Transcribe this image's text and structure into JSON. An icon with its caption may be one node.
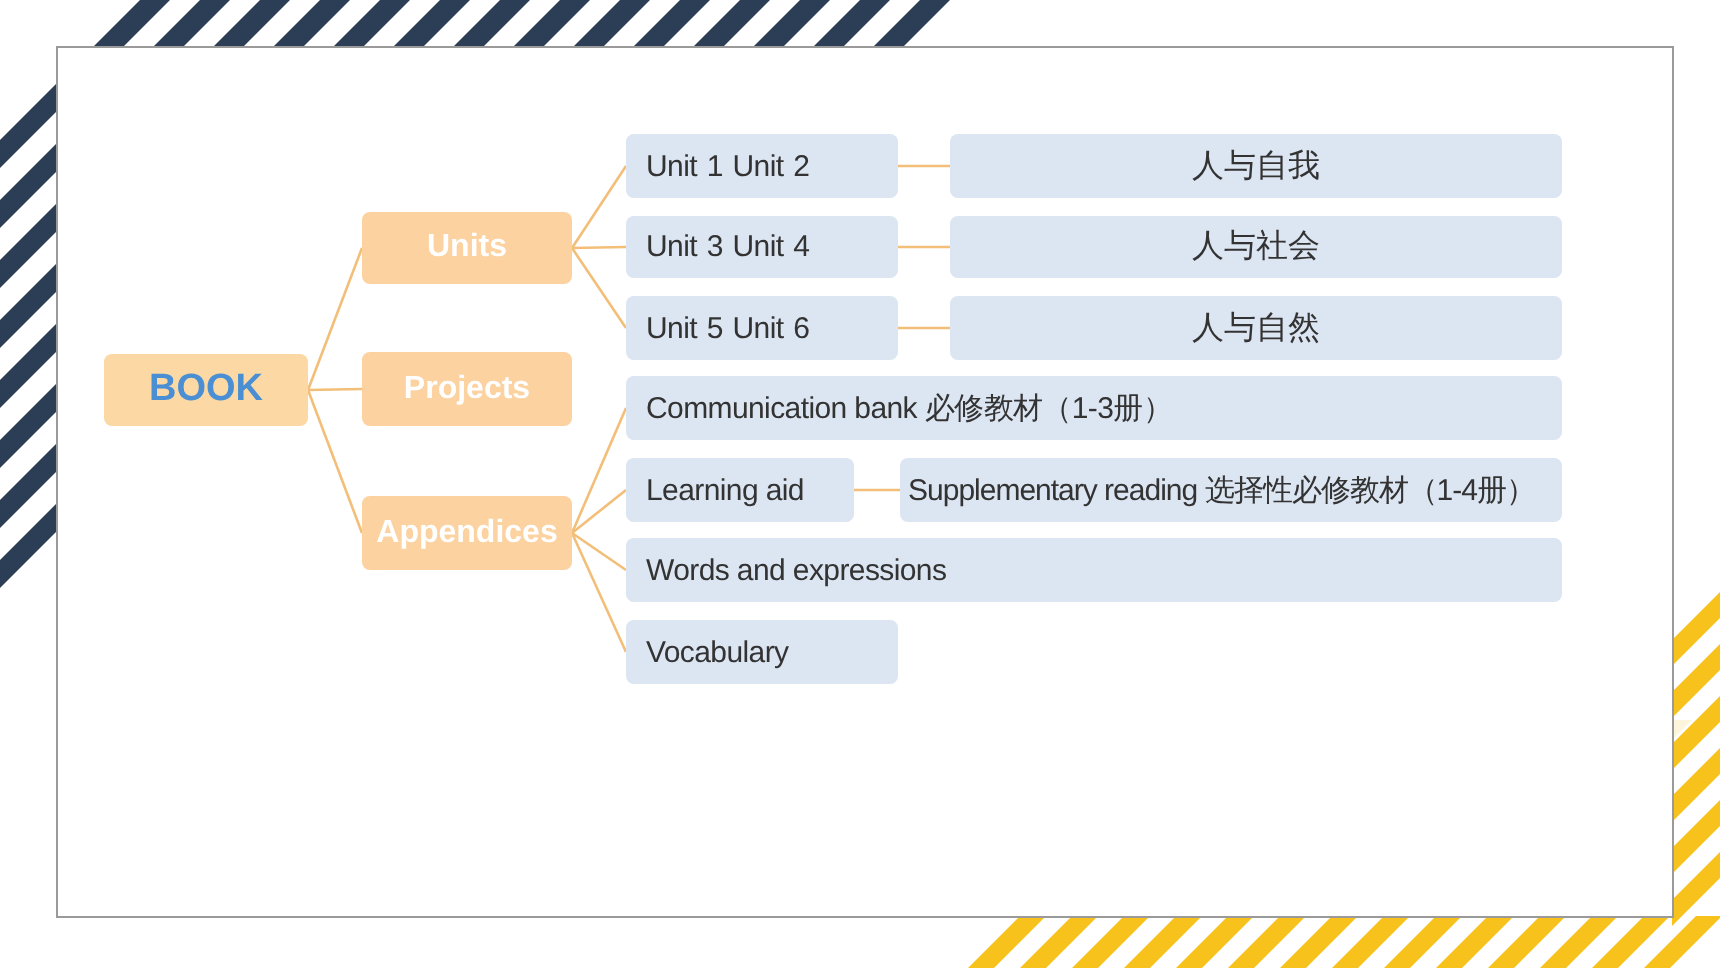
{
  "diagram": {
    "nodes": [
      {
        "text": [
          "BOOK"
        ]
      },
      {
        "text": [
          "Units"
        ]
      },
      {
        "text": [
          "Projects"
        ]
      },
      {
        "text": [
          "Appendices"
        ]
      },
      {
        "text": [
          "Unit 1 Unit 2"
        ]
      },
      {
        "text": [
          "人与自我"
        ]
      },
      {
        "text": [
          "Unit 3 Unit 4"
        ]
      },
      {
        "text": [
          "人与社会"
        ]
      },
      {
        "text": [
          "Unit 5 Unit 6"
        ]
      },
      {
        "text": [
          "人与自然"
        ]
      },
      {
        "text": [
          "Communication bank 必修教材（1-3册）"
        ]
      },
      {
        "text": [
          "Learning aid"
        ]
      },
      {
        "text": [
          "Supplementary reading 选择性必修教材（1-4册）"
        ]
      },
      {
        "text": [
          "Words and expressions"
        ]
      },
      {
        "text": [
          "Vocabulary"
        ]
      }
    ],
    "edges": [
      {
        "from": 0,
        "to": 1,
        "arrow": "none"
      },
      {
        "from": 0,
        "to": 2,
        "arrow": "none"
      },
      {
        "from": 0,
        "to": 3,
        "arrow": "none"
      },
      {
        "from": 1,
        "to": 4,
        "arrow": "none"
      },
      {
        "from": 1,
        "to": 6,
        "arrow": "none"
      },
      {
        "from": 1,
        "to": 8,
        "arrow": "none"
      },
      {
        "from": 4,
        "to": 5,
        "arrow": "none"
      },
      {
        "from": 6,
        "to": 7,
        "arrow": "none"
      },
      {
        "from": 8,
        "to": 9,
        "arrow": "none"
      },
      {
        "from": 3,
        "to": 10,
        "arrow": "none"
      },
      {
        "from": 3,
        "to": 11,
        "arrow": "none"
      },
      {
        "from": 3,
        "to": 13,
        "arrow": "none"
      },
      {
        "from": 3,
        "to": 14,
        "arrow": "none"
      },
      {
        "from": 11,
        "to": 12,
        "arrow": "none"
      }
    ]
  }
}
